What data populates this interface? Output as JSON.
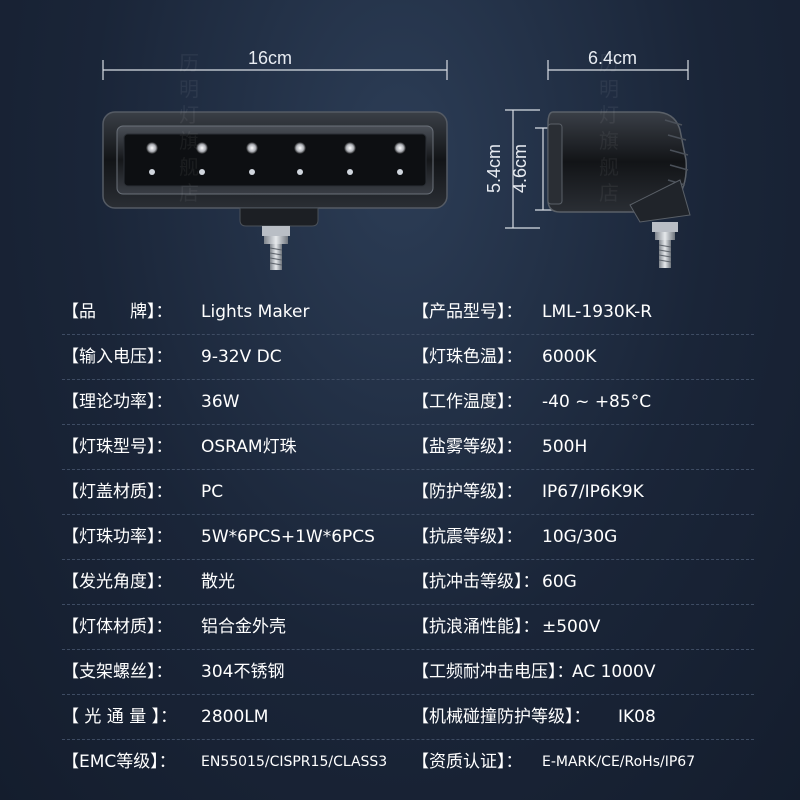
{
  "dimensions": {
    "front_width": "16cm",
    "side_width": "6.4cm",
    "side_height_outer": "5.4cm",
    "side_height_inner": "4.6cm"
  },
  "specs": [
    {
      "left_label": "【品　　牌】：",
      "left_value": "Lights Maker",
      "right_label": "【产品型号】：",
      "right_value": "LML-1930K-R"
    },
    {
      "left_label": "【输入电压】：",
      "left_value": "9-32V DC",
      "right_label": "【灯珠色温】：",
      "right_value": "6000K"
    },
    {
      "left_label": "【理论功率】：",
      "left_value": "36W",
      "right_label": "【工作温度】：",
      "right_value": "-40 ~ +85°C"
    },
    {
      "left_label": "【灯珠型号】：",
      "left_value": "OSRAM灯珠",
      "right_label": "【盐雾等级】：",
      "right_value": "500H"
    },
    {
      "left_label": "【灯盖材质】：",
      "left_value": "PC",
      "right_label": "【防护等级】：",
      "right_value": "IP67/IP6K9K"
    },
    {
      "left_label": "【灯珠功率】：",
      "left_value": "5W*6PCS+1W*6PCS",
      "right_label": "【抗震等级】：",
      "right_value": "10G/30G"
    },
    {
      "left_label": "【发光角度】：",
      "left_value": "散光",
      "right_label": "【抗冲击等级】：",
      "right_value": "60G"
    },
    {
      "left_label": "【灯体材质】：",
      "left_value": "铝合金外壳",
      "right_label": "【抗浪涌性能】：",
      "right_value": "±500V"
    },
    {
      "left_label": "【支架螺丝】：",
      "left_value": "304不锈钢",
      "right_label": "【工频耐冲击电压】：",
      "right_value": "AC 1000V"
    },
    {
      "left_label": "【 光 通 量 】：",
      "left_value": "2800LM",
      "right_label": "【机械碰撞防护等级】：",
      "right_value": "IK08"
    },
    {
      "left_label": "【EMC等级】：",
      "left_value": "EN55015/CISPR15/CLASS3",
      "right_label": "【资质认证】：",
      "right_value": "E-MARK/CE/RoHs/IP67"
    }
  ],
  "watermark": [
    "历",
    "明",
    "灯",
    "旗",
    "舰",
    "店"
  ]
}
